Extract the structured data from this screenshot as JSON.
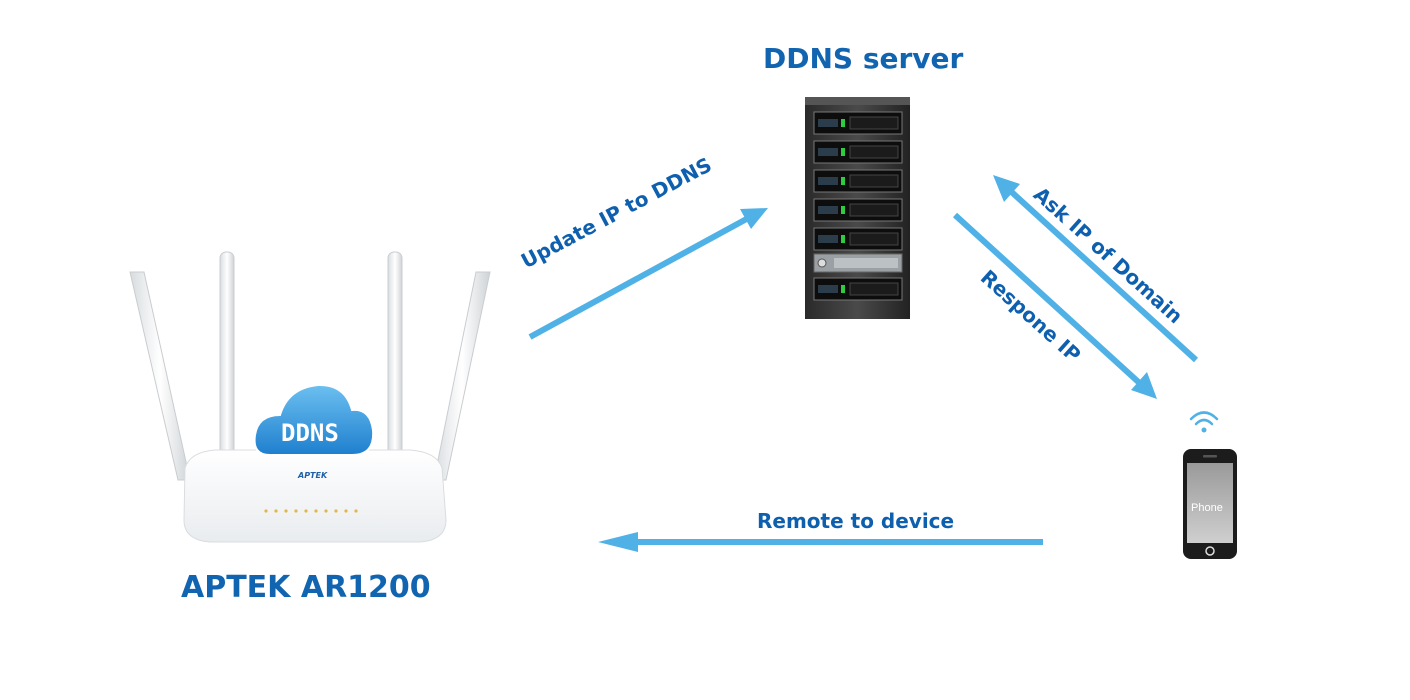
{
  "server": {
    "title": "DDNS server",
    "icon": "server-rack-icon"
  },
  "router": {
    "title": "APTEK AR1200",
    "cloud_text": "DDNS",
    "brand_mark": "APTEK",
    "icon": "wifi-router-icon"
  },
  "phone": {
    "screen_text": "Phone",
    "icon": "smartphone-icon",
    "signal_icon": "wifi-signal-icon"
  },
  "arrows": {
    "update": "Update IP to DDNS",
    "ask": "Ask IP of Domain",
    "respond": "Respone IP",
    "remote": "Remote to device"
  },
  "colors": {
    "arrow": "#4fb1e6",
    "text": "#1064b0",
    "cloud": "#2f8fd8"
  }
}
